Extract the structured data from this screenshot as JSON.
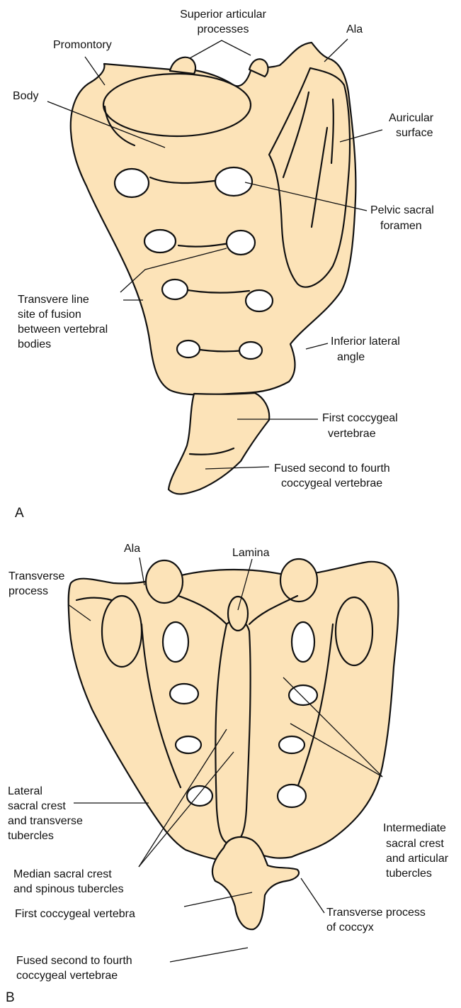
{
  "colors": {
    "bone": "#FCE3B8",
    "outline": "#111111",
    "foramen": "#ffffff",
    "leader": "#111111"
  },
  "panel_a": {
    "letter": "A",
    "labels": {
      "superior_articular_1": "Superior articular",
      "superior_articular_2": "processes",
      "ala": "Ala",
      "promontory": "Promontory",
      "body": "Body",
      "auricular_1": "Auricular",
      "auricular_2": "surface",
      "pelvic_1": "Pelvic sacral",
      "pelvic_2": "foramen",
      "transverse_1": "Transvere line",
      "transverse_2": "site of fusion",
      "transverse_3": "between vertebral",
      "transverse_4": "bodies",
      "inferior_1": "Inferior lateral",
      "inferior_2": "angle",
      "first_cocc_1": "First coccygeal",
      "first_cocc_2": "vertebrae",
      "fused_1": "Fused second to fourth",
      "fused_2": "coccygeal vertebrae"
    }
  },
  "panel_b": {
    "letter": "B",
    "labels": {
      "ala": "Ala",
      "lamina": "Lamina",
      "transverse_1": "Transverse",
      "transverse_2": "process",
      "lateral_1": "Lateral",
      "lateral_2": "sacral crest",
      "lateral_3": "and transverse",
      "lateral_4": "tubercles",
      "intermediate_1": "Intermediate",
      "intermediate_2": "sacral crest",
      "intermediate_3": "and articular",
      "intermediate_4": "tubercles",
      "median_1": "Median sacral crest",
      "median_2": "and spinous tubercles",
      "first_cocc": "First coccygeal vertebra",
      "tp_coccyx_1": "Transverse process",
      "tp_coccyx_2": "of coccyx",
      "fused_1": "Fused second to fourth",
      "fused_2": "coccygeal vertebrae"
    }
  }
}
